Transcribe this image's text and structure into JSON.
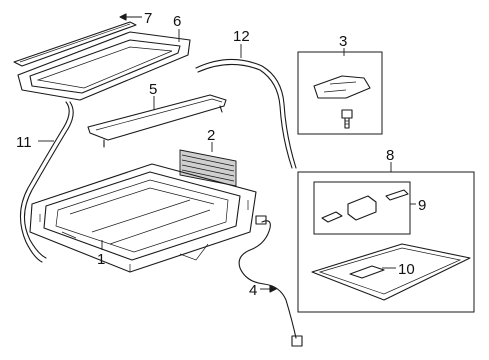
{
  "diagram": {
    "callouts": [
      {
        "id": "c1",
        "label": "1"
      },
      {
        "id": "c2",
        "label": "2"
      },
      {
        "id": "c3",
        "label": "3"
      },
      {
        "id": "c4",
        "label": "4"
      },
      {
        "id": "c5",
        "label": "5"
      },
      {
        "id": "c6",
        "label": "6"
      },
      {
        "id": "c7",
        "label": "7"
      },
      {
        "id": "c8",
        "label": "8"
      },
      {
        "id": "c9",
        "label": "9"
      },
      {
        "id": "c10",
        "label": "10"
      },
      {
        "id": "c11",
        "label": "11"
      },
      {
        "id": "c12",
        "label": "12"
      }
    ],
    "colors": {
      "line": "#1a1a1a",
      "background": "#ffffff",
      "shade": "#cfcfcf"
    }
  }
}
